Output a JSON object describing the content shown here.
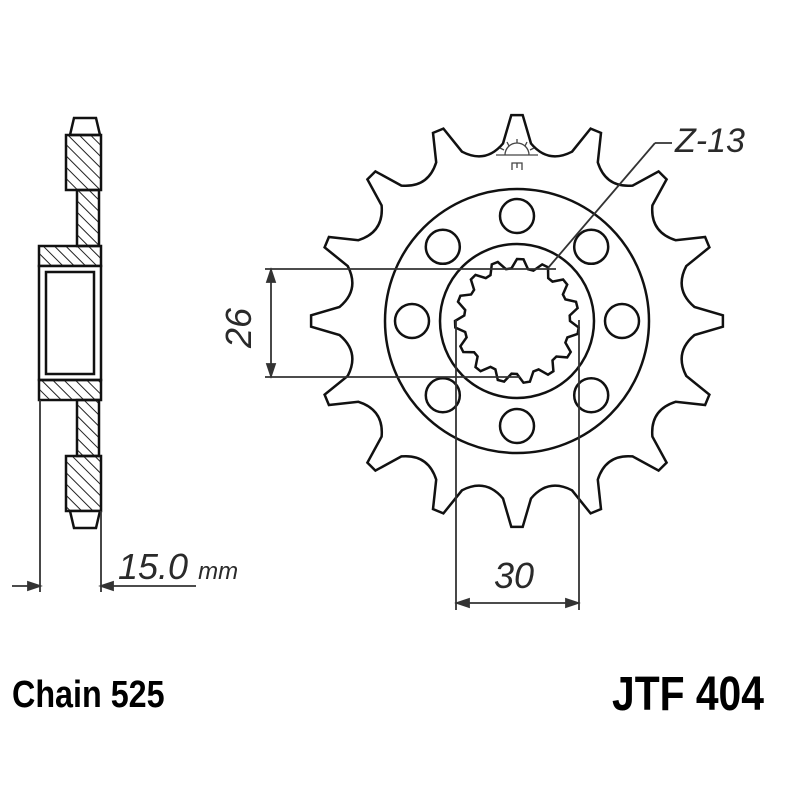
{
  "drawing": {
    "tooth_count_label": "Z-13",
    "thickness": {
      "value": "15.0",
      "unit": "mm"
    },
    "spline_dimension_vertical": "26",
    "spline_dimension_horizontal": "30",
    "chain_label": "Chain 525",
    "part_number": "JTF 404",
    "colors": {
      "line": "#111111",
      "hatch": "#222222",
      "background": "#ffffff"
    },
    "sprocket": {
      "teeth_drawn": 16,
      "bolt_holes": 8,
      "spline_teeth": 15
    }
  }
}
